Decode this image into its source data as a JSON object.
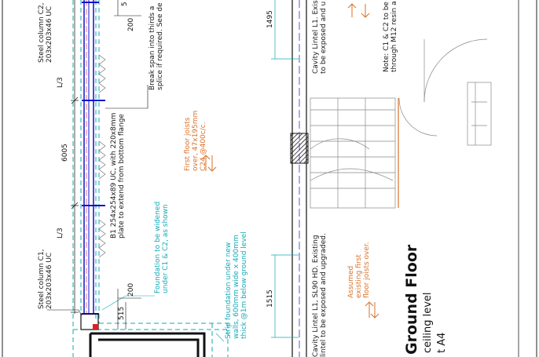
{
  "labels": {
    "steel_column_c2": "Steel column C2,\n203x203x46 UC",
    "steel_column_c1": "Steel column C1,\n203x203x46 UC",
    "l3_top": "L/3",
    "l3_bottom": "L/3",
    "beam_b1": "B1 254x254x89 UC, with 220x8mm\nplate to extend from bottom flange",
    "break_span": "Break span into thirds a\nsplice if required. See de",
    "foundation_widened": "Foundation to be widened\nunder C1 & C2, as shown",
    "strip_foundation": "Strip foundation under new\nwalls, 600mm wide x 400mm\nthick @1m below ground level",
    "first_floor_joists": "First floor joists\nover, 47x195mm\nC24 @400c/c.",
    "assumed_joists": "Assumed\nexisting first\nfloor joists over.",
    "lintel_l1_top": "Cavity Lintel L1. Existi\nto be exposed and u",
    "lintel_l1_bottom": "Cavity Lintel L1, SL90 HD. Existing\nlintel to be exposed and upgraded.",
    "note_c1_c2": "Note: C1 & C2 to be\nthrough M12 resin a",
    "title_ground_floor": "Ground Floor",
    "title_ceiling_level": "ceiling level",
    "title_sheet": "t A4"
  },
  "dimensions": {
    "d200_top": "200",
    "d200_bottom": "200",
    "d6005": "6005",
    "d1495": "1495",
    "d1515": "1515",
    "d515": "515",
    "d5_partial": "5"
  },
  "colors": {
    "steel": "#1111cc",
    "cyan": "#13aab5",
    "orange": "#d9722a",
    "wall": "#111111",
    "red": "#e02020"
  }
}
